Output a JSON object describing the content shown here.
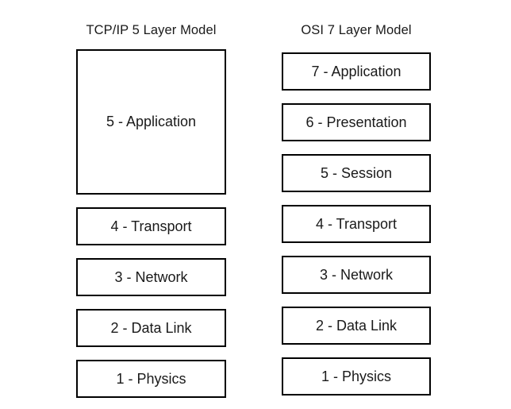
{
  "diagram": {
    "type": "layered-network-model-comparison",
    "background_color": "#ffffff",
    "border_color": "#000000",
    "text_color": "#1a1a1a"
  },
  "columns": [
    {
      "id": "tcpip",
      "title": "TCP/IP 5 Layer Model",
      "layers": [
        {
          "label": "5 - Application",
          "number": 5,
          "name": "Application",
          "tall": true
        },
        {
          "label": "4 - Transport",
          "number": 4,
          "name": "Transport",
          "tall": false
        },
        {
          "label": "3 - Network",
          "number": 3,
          "name": "Network",
          "tall": false
        },
        {
          "label": "2 - Data Link",
          "number": 2,
          "name": "Data Link",
          "tall": false
        },
        {
          "label": "1 - Physics",
          "number": 1,
          "name": "Physics",
          "tall": false
        }
      ]
    },
    {
      "id": "osi",
      "title": "OSI 7 Layer Model",
      "layers": [
        {
          "label": "7 - Application",
          "number": 7,
          "name": "Application",
          "tall": false
        },
        {
          "label": "6 - Presentation",
          "number": 6,
          "name": "Presentation",
          "tall": false
        },
        {
          "label": "5 - Session",
          "number": 5,
          "name": "Session",
          "tall": false
        },
        {
          "label": "4 - Transport",
          "number": 4,
          "name": "Transport",
          "tall": false
        },
        {
          "label": "3 - Network",
          "number": 3,
          "name": "Network",
          "tall": false
        },
        {
          "label": "2 - Data Link",
          "number": 2,
          "name": "Data Link",
          "tall": false
        },
        {
          "label": "1 - Physics",
          "number": 1,
          "name": "Physics",
          "tall": false
        }
      ]
    }
  ]
}
